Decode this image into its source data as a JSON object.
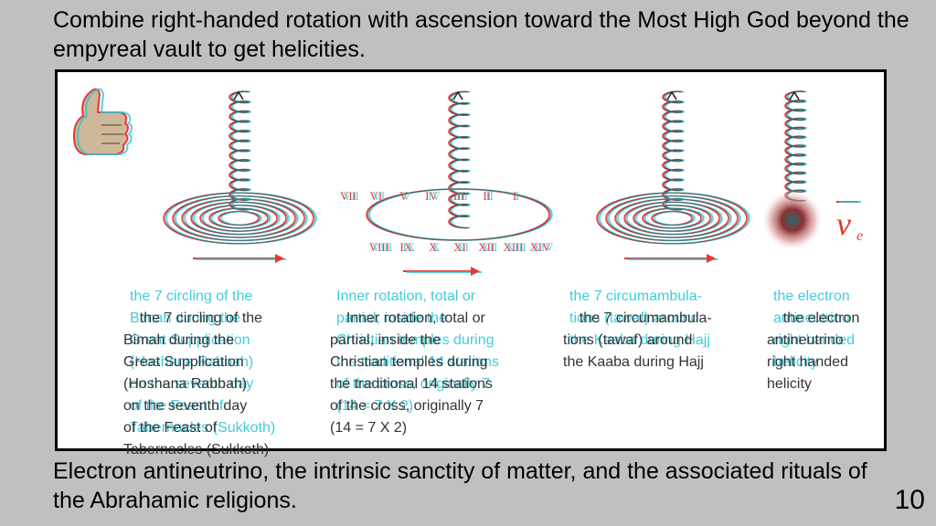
{
  "slide": {
    "title": "Combine right-handed rotation with ascension toward the Most High God beyond the empyreal vault to get helicities.",
    "bottom_text": "Electron antineutrino, the intrinsic sanctity of matter, and the associated rituals of the Abrahamic religions.",
    "page_number": "10"
  },
  "columns": [
    {
      "caption": "the 7 circling of the\nBimah during the\nGreat Supplication\n(Hoshana Rabbah)\non the seventh day\nof the Feast of\nTabernacles (Sukkoth)"
    },
    {
      "caption": "Inner rotation, total or\npartial, inside the\nChristian temples during\nthe traditional 14 stations\nof the cross, originally 7\n(14 = 7 X 2)"
    },
    {
      "caption": "the 7 circumambula-\ntions (tawaf) around\nthe Kaaba during Hajj"
    },
    {
      "caption": "the electron\nantineutrino\nright handed\nhelicity"
    }
  ],
  "roman_numerals_top": [
    "VII",
    "VI",
    "V",
    "IV",
    "III",
    "II",
    "I"
  ],
  "roman_numerals_bottom": [
    "VIII",
    "IX",
    "X",
    "XI",
    "XII",
    "XIII",
    "XIV"
  ],
  "particle_symbol": "ν",
  "particle_subscript": "e",
  "colors": {
    "red": "#e53935",
    "cyan": "#2ec6d6",
    "ink": "#222222"
  },
  "icons": [
    "thumbs-up-icon",
    "helix-spiral-icon",
    "rotation-arrow-icon",
    "particle-blob-icon"
  ]
}
